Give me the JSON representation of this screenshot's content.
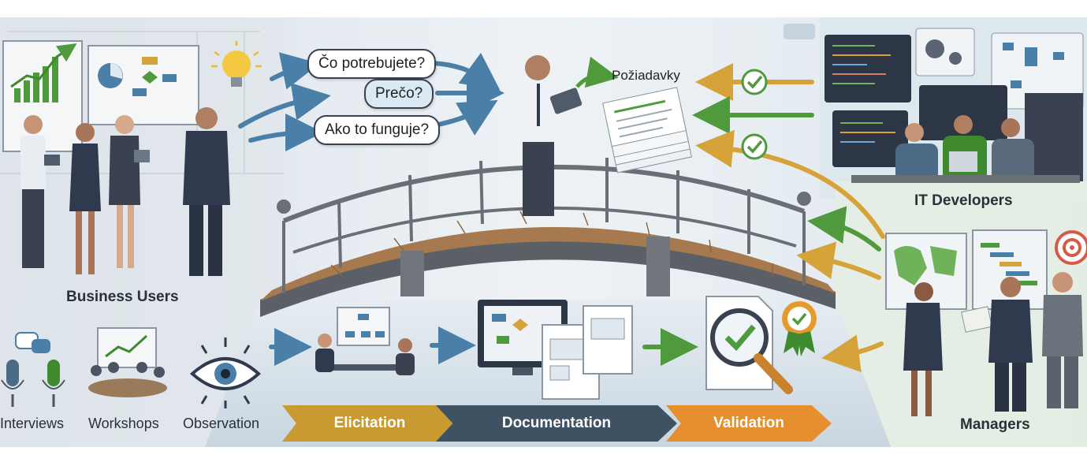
{
  "questions": [
    "Čo potrebujete?",
    "Prečo?",
    "Ako to funguje?"
  ],
  "requirements_label": "Požiadavky",
  "groups": {
    "business_users": "Business Users",
    "it_developers": "IT Developers",
    "managers": "Managers"
  },
  "techniques": [
    "Interviews",
    "Workshops",
    "Observation"
  ],
  "phases": [
    "Elicitation",
    "Documentation",
    "Validation"
  ],
  "colors": {
    "elicitation": "#c99a30",
    "documentation": "#3e5264",
    "validation": "#e58f2e",
    "arrow_blue": "#4a7fa8",
    "arrow_green": "#4f9a3c",
    "arrow_gold": "#d6a23a",
    "suit_dark": "#2f3a4e"
  }
}
